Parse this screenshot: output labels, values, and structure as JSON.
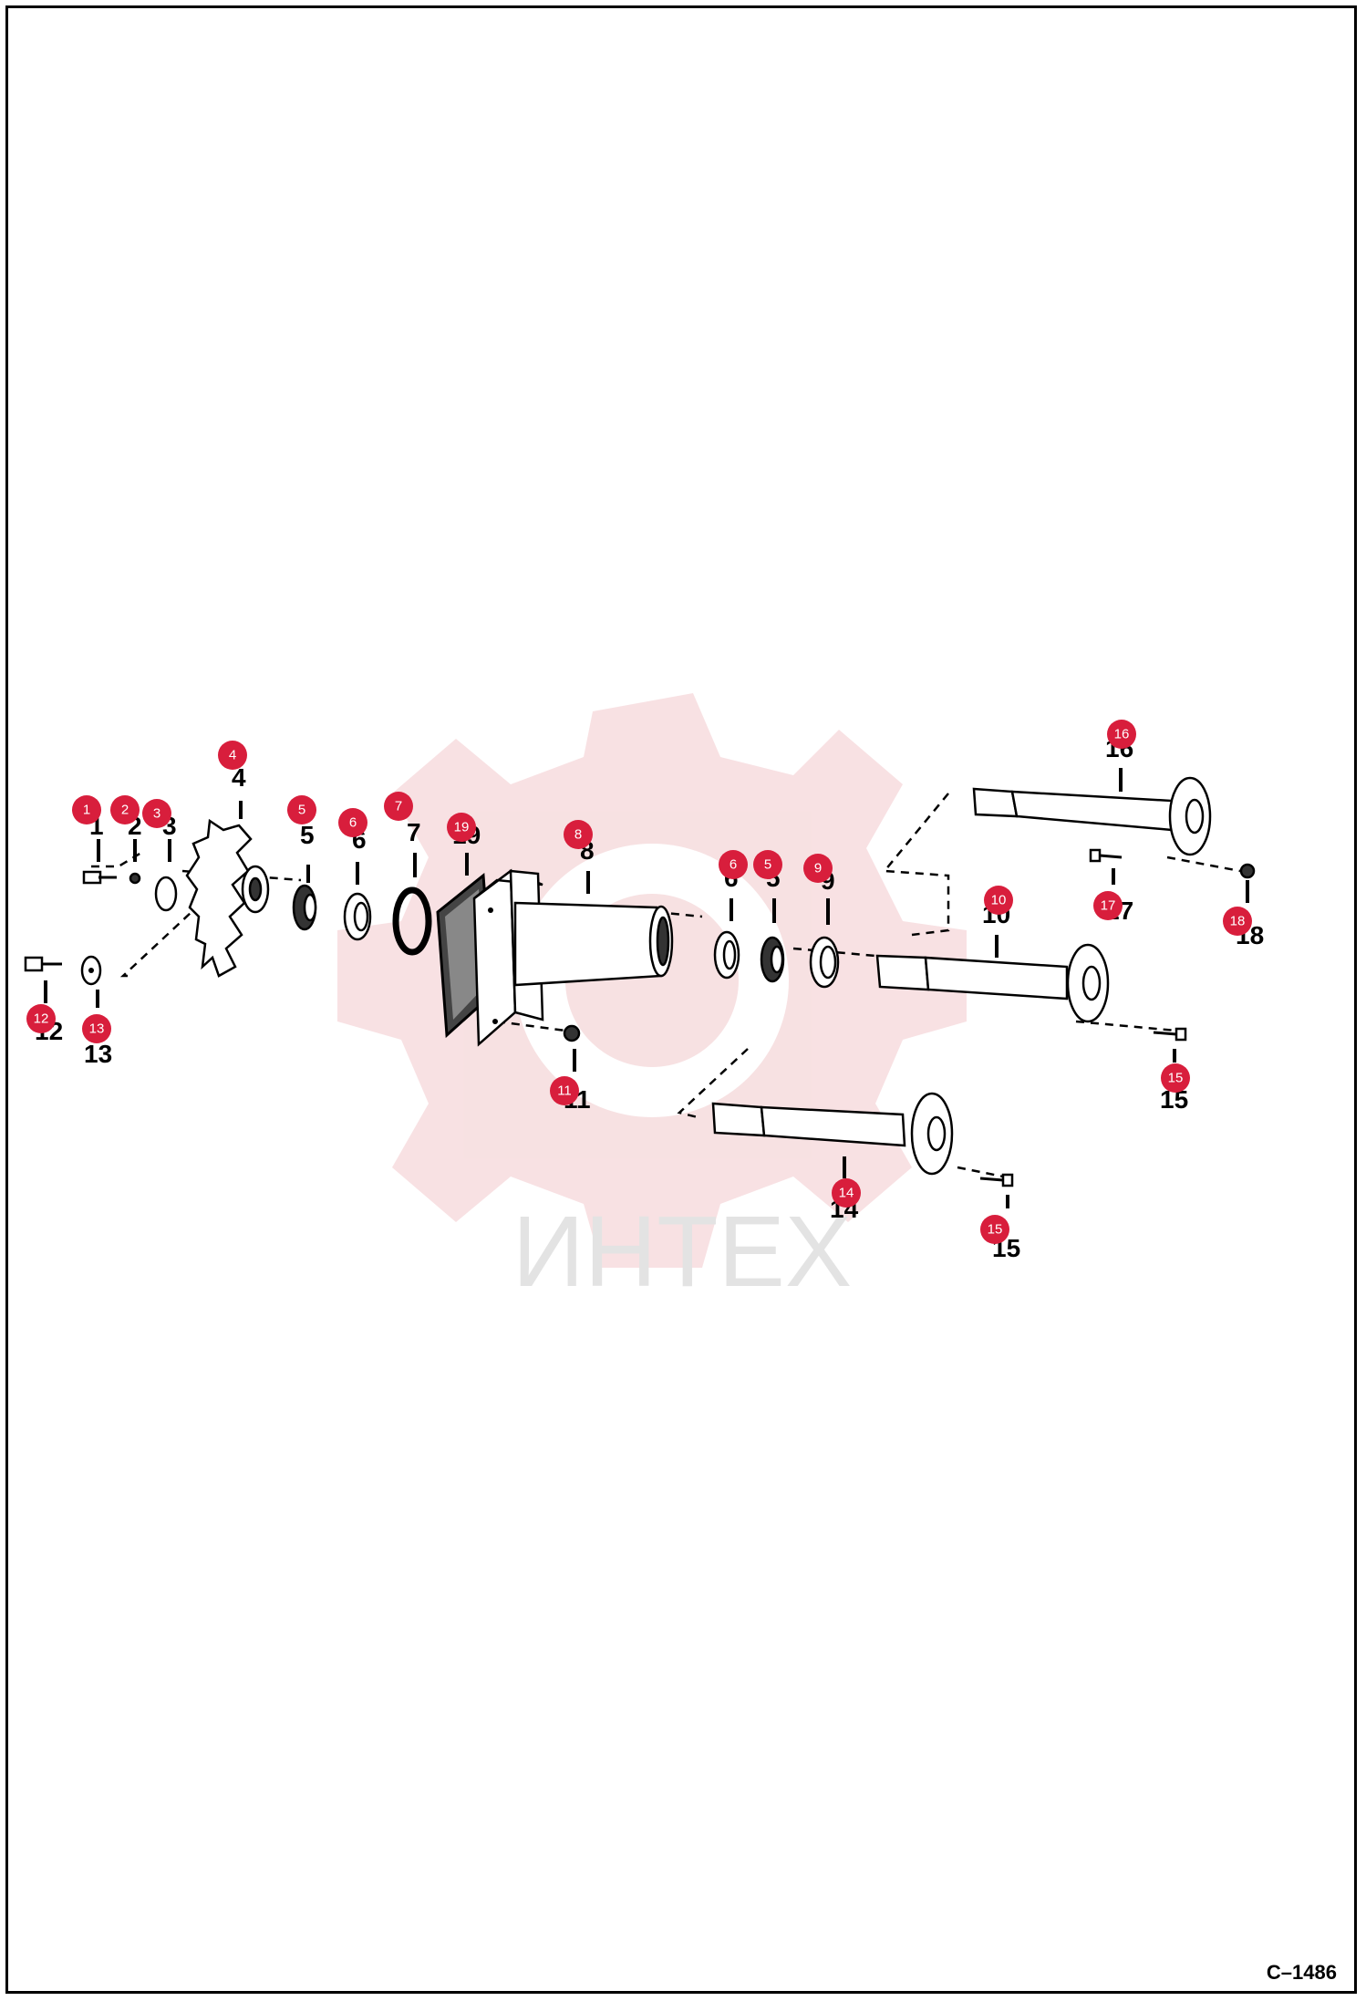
{
  "drawing_code": "C–1486",
  "watermark": {
    "text": "ИНТЕХ",
    "color": "#f2c9cc"
  },
  "colors": {
    "callout_fill": "#d81e3c",
    "outline": "#000000"
  },
  "callouts": [
    "1",
    "2",
    "3",
    "4",
    "5",
    "6",
    "7",
    "19",
    "8",
    "6",
    "5",
    "9",
    "16",
    "10",
    "17",
    "18",
    "12",
    "13",
    "11",
    "15",
    "14",
    "15"
  ],
  "part_numbers": [
    "1",
    "2",
    "3",
    "4",
    "5",
    "6",
    "7",
    "19",
    "8",
    "6",
    "5",
    "9",
    "16",
    "10",
    "17",
    "18",
    "12",
    "13",
    "11",
    "15",
    "14",
    "15"
  ]
}
